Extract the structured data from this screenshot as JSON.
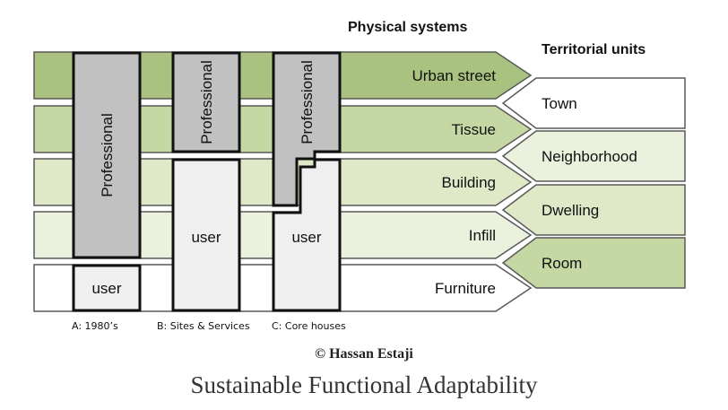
{
  "headings": {
    "physical_systems": "Physical systems",
    "territorial_units": "Territorial units"
  },
  "physical_systems": [
    "Urban street",
    "Tissue",
    "Building",
    "Infill",
    "Furniture"
  ],
  "territorial_units": [
    "Town",
    "Neighborhood",
    "Dwelling",
    "Room"
  ],
  "scenarios": [
    {
      "caption": "A: 1980’s",
      "professional_label": "Professional",
      "user_label": "user"
    },
    {
      "caption": "B: Sites & Services",
      "professional_label": "Professional",
      "user_label": "user"
    },
    {
      "caption": "C: Core houses",
      "professional_label": "Professional",
      "user_label": "user"
    }
  ],
  "copyright": "© Hassan Estaji",
  "title": "Sustainable Functional Adaptability",
  "colors": {
    "band_dark": "#a9c27f",
    "band_mid": "#c5d8a4",
    "band_light": "#dfe9c8",
    "band_lighter": "#eaf1dc",
    "band_white": "#ffffff",
    "professional_fill": "#c1c1c1",
    "user_fill": "#efefef",
    "outline": "#595959",
    "box_outline": "#111111"
  }
}
